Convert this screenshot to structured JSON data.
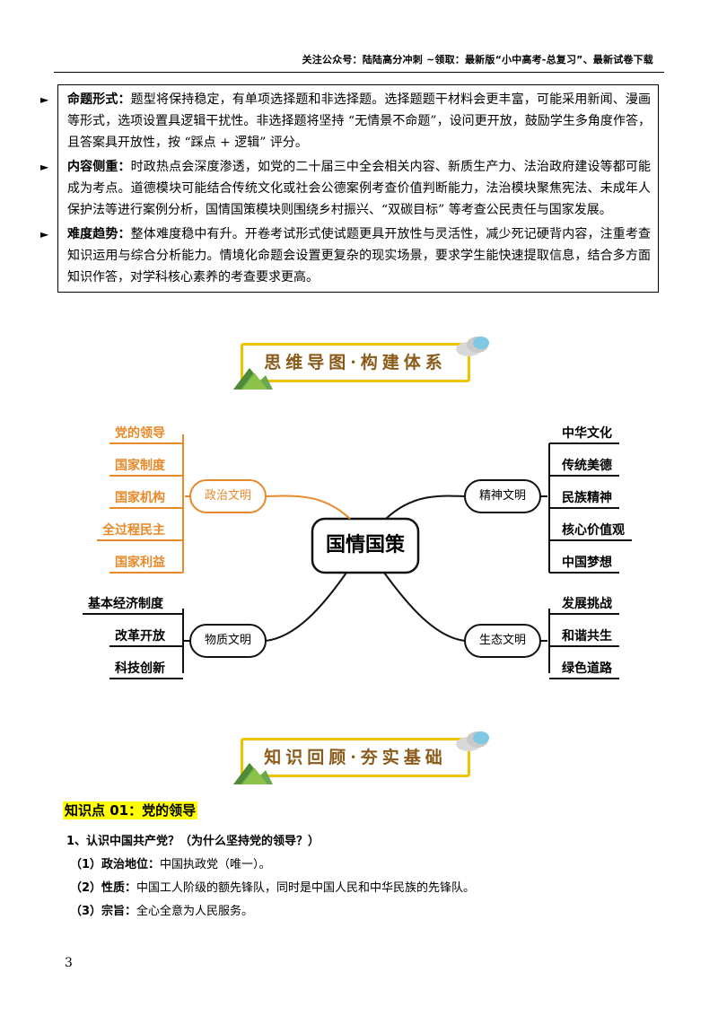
{
  "header": {
    "text": "关注公众号：陆陆高分冲刺  ~领取：最新版“小中高考-总复习”、最新试卷下载"
  },
  "intro": {
    "items": [
      {
        "label": "命题形式：",
        "text": "题型将保持稳定，有单项选择题和非选择题。选择题题干材料会更丰富，可能采用新闻、漫画等形式，选项设置具逻辑干扰性。非选择题将坚持 “无情景不命题”，设问更开放，鼓励学生多角度作答，且答案具开放性，按 “踩点 + 逻辑” 评分。"
      },
      {
        "label": "内容侧重：",
        "text": "时政热点会深度渗透，如党的二十届三中全会相关内容、新质生产力、法治政府建设等都可能成为考点。道德模块可能结合传统文化或社会公德案例考查价值判断能力，法治模块聚焦宪法、未成年人保护法等进行案例分析，国情国策模块则围绕乡村振兴、“双碳目标” 等考查公民责任与国家发展。"
      },
      {
        "label": "难度趋势：",
        "text": "整体难度稳中有升。开卷考试形式使试题更具开放性与灵活性，减少死记硬背内容，注重考查知识运用与综合分析能力。情境化命题会设置更复杂的现实场景，要求学生能快速提取信息，结合多方面知识作答，对学科核心素养的考查要求更高。"
      }
    ]
  },
  "banners": {
    "mindmap_title": "思维导图·构建体系",
    "review_title": "知识回顾·夯实基础"
  },
  "mindmap": {
    "center": "国情国策",
    "branches": {
      "political": {
        "label": "政治文明",
        "leaves": [
          "党的领导",
          "国家制度",
          "国家机构",
          "全过程民主",
          "国家利益"
        ]
      },
      "spiritual": {
        "label": "精神文明",
        "leaves": [
          "中华文化",
          "传统美德",
          "民族精神",
          "核心价值观",
          "中国梦想"
        ]
      },
      "material": {
        "label": "物质文明",
        "leaves": [
          "基本经济制度",
          "改革开放",
          "科技创新"
        ]
      },
      "ecological": {
        "label": "生态文明",
        "leaves": [
          "发展挑战",
          "和谐共生",
          "绿色道路"
        ]
      }
    },
    "colors": {
      "political": "#e8892a",
      "default": "#111111"
    }
  },
  "knowledge": {
    "point_title": "知识点 01：党的领导",
    "question": "1、认识中国共产党？（为什么坚持党的领导？）",
    "items": [
      {
        "label": "（1）政治地位：",
        "text": "中国执政党（唯一）。"
      },
      {
        "label": "（2）性质：",
        "text": "中国工人阶级的额先锋队，同时是中国人民和中华民族的先锋队。"
      },
      {
        "label": "（3）宗旨：",
        "text": "全心全意为人民服务。"
      }
    ]
  },
  "page_number": "3"
}
